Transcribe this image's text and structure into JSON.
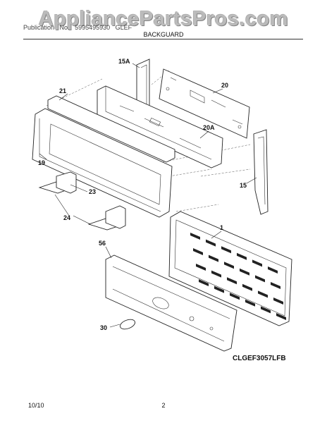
{
  "header": {
    "watermark": "AppliancePartsPros.com",
    "publication_words": [
      "Publication",
      "No.",
      "5995495930",
      "GLEF"
    ],
    "section_title": "BACKGUARD"
  },
  "diagram": {
    "callouts": [
      "15A",
      "20",
      "21",
      "20A",
      "19",
      "15",
      "23",
      "24",
      "1",
      "56",
      "30"
    ],
    "model_label": "CLGEF3057LFB"
  },
  "footer": {
    "date": "10/10",
    "page_number": "2"
  }
}
